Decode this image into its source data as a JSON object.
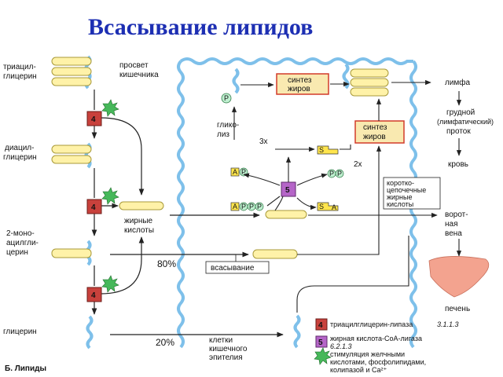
{
  "title": "Всасывание липидов",
  "colors": {
    "title": "#1d2fb3",
    "villi": "#7ec0ea",
    "droplet": "#fff2a8",
    "droplet_stroke": "#a99a3a",
    "box_fill": "#f9e9b0",
    "box_stroke": "#d23b2a",
    "enzyme4_fill": "#c8413c",
    "enzyme5_fill": "#b565c8",
    "phosphate_fill": "#bff0d0",
    "starburst_fill": "#46b85a",
    "liver_fill": "#f3a38f",
    "ac_fill": "#ffe54d"
  },
  "left_column": {
    "triacyl_line1": "триацил-",
    "triacyl_line2": "глицерин",
    "diacyl_line1": "диацил-",
    "diacyl_line2": "глицерин",
    "mono_line1": "2-моно-",
    "mono_line2": "ацилгли-",
    "mono_line3": "церин",
    "glycerol": "глицерин"
  },
  "lumen_line1": "просвет",
  "lumen_line2": "кишечника",
  "fatty_acids_line1": "жирные",
  "fatty_acids_line2": "кислоты",
  "enzyme_numbers": {
    "tag": "4",
    "ligase": "5"
  },
  "pct_80": "80%",
  "pct_20": "20%",
  "absorption": "всасывание",
  "glycolysis_line1": "глико-",
  "glycolysis_line2": "лиз",
  "p_label": "P",
  "a_label": "A",
  "s_label": "S",
  "x3": "3x",
  "x2": "2x",
  "synth_top_line1": "синтез",
  "synth_top_line2": "жиров",
  "synth_right_line1": "синтез",
  "synth_right_line2": "жиров",
  "short_chain": [
    "коротко-",
    "цепочечные",
    "жирные",
    "кислоты"
  ],
  "epithelium": [
    "клетки",
    "кишечного",
    "эпителия"
  ],
  "right_column": {
    "lymph": "лимфа",
    "thoracic": [
      "грудной",
      "(лимфатический)",
      "проток"
    ],
    "blood": "кровь",
    "portal": [
      "ворот-",
      "ная",
      "вена"
    ],
    "liver": "печень"
  },
  "legend": {
    "item4_name": "триацилглицерин-липаза",
    "item4_code": "3.1.1.3",
    "item5_line1": "жирная кислота-CoA-лигаза",
    "item5_code": "6.2.1.3",
    "stim_line1": "стимуляция желчными",
    "stim_line2": "кислотами, фосфолипидами,",
    "stim_line3": "колипазой и Ca²⁺"
  },
  "bottom_label": "Б. Липиды"
}
